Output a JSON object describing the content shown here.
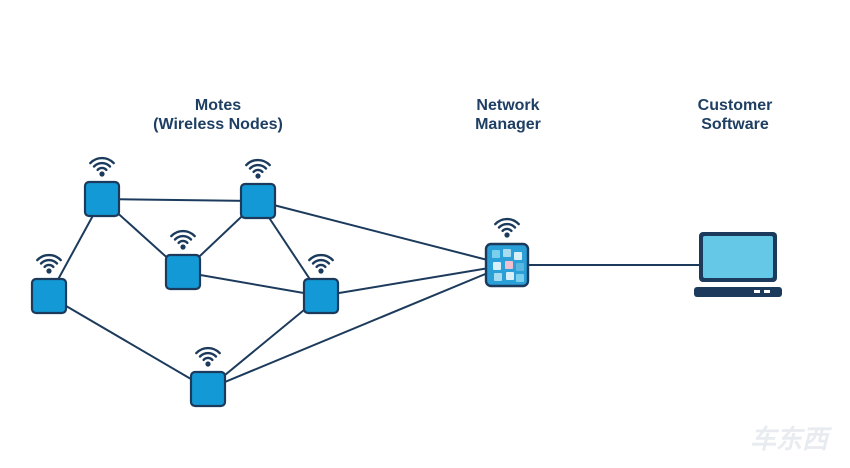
{
  "labels": {
    "motes": {
      "line1": "Motes",
      "line2": "(Wireless Nodes)"
    },
    "network_manager": {
      "line1": "Network",
      "line2": "Manager"
    },
    "customer_software": {
      "line1": "Customer",
      "line2": "Software"
    }
  },
  "watermark": "车东西",
  "colors": {
    "node_fill": "#139ad6",
    "node_stroke": "#1c3b5c",
    "link": "#1c3b5c",
    "label": "#1e3f63",
    "laptop_screen": "#64c8e6",
    "manager_tiles": [
      "#7ad0ec",
      "#d9eff8",
      "#f0c0d0",
      "#a8dcf0",
      "#5ab8e0"
    ]
  },
  "nodes": [
    {
      "id": "mote-a",
      "kind": "mote",
      "icon": "wifi-icon"
    },
    {
      "id": "mote-b",
      "kind": "mote",
      "icon": "wifi-icon"
    },
    {
      "id": "mote-c",
      "kind": "mote",
      "icon": "wifi-icon"
    },
    {
      "id": "mote-d",
      "kind": "mote",
      "icon": "wifi-icon"
    },
    {
      "id": "mote-e",
      "kind": "mote",
      "icon": "wifi-icon"
    },
    {
      "id": "mote-f",
      "kind": "mote",
      "icon": "wifi-icon"
    },
    {
      "id": "network-manager",
      "kind": "manager",
      "icon": "wifi-icon"
    },
    {
      "id": "customer-laptop",
      "kind": "laptop",
      "icon": "laptop-icon"
    }
  ],
  "links": [
    [
      "mote-a",
      "mote-b"
    ],
    [
      "mote-a",
      "mote-c"
    ],
    [
      "mote-a",
      "mote-e"
    ],
    [
      "mote-b",
      "mote-c"
    ],
    [
      "mote-b",
      "mote-d"
    ],
    [
      "mote-c",
      "mote-d"
    ],
    [
      "mote-d",
      "mote-f"
    ],
    [
      "mote-e",
      "mote-f"
    ],
    [
      "mote-b",
      "network-manager"
    ],
    [
      "mote-d",
      "network-manager"
    ],
    [
      "mote-f",
      "network-manager"
    ],
    [
      "network-manager",
      "customer-laptop"
    ]
  ]
}
